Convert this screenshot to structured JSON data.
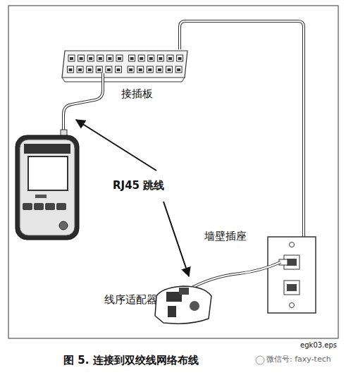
{
  "diagram": {
    "caption": "图 5. 连接到双绞线网络布线",
    "labels": [
      "接插板",
      "RJ45 跳线",
      "墙壁插座",
      "线序适配器",
      "egk03.eps",
      "微信号: faxy-tech"
    ]
  }
}
